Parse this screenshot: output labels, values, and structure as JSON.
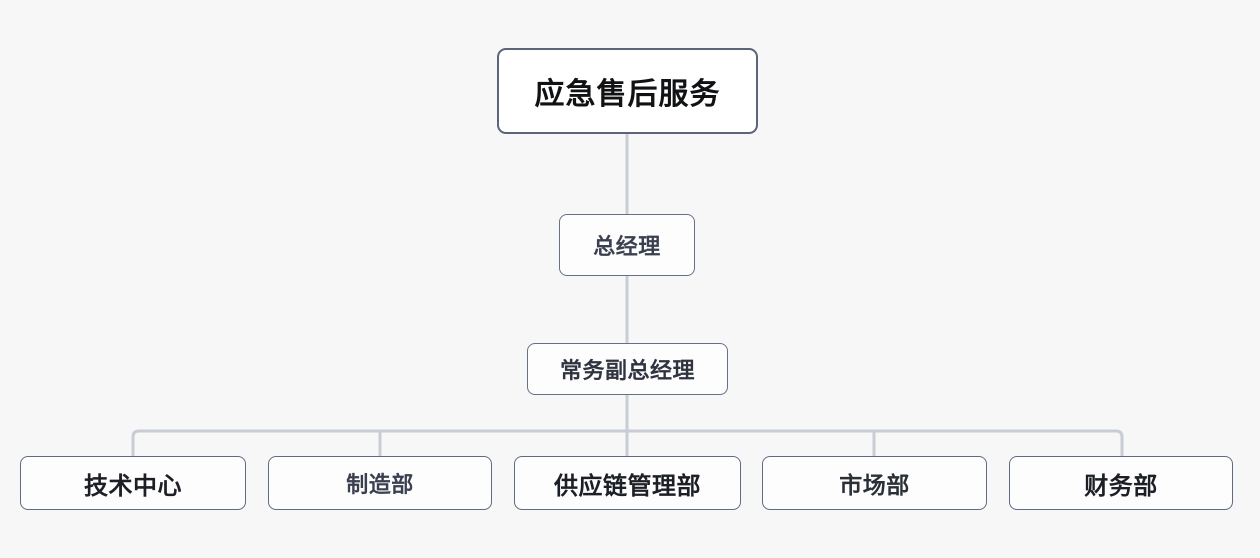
{
  "chart": {
    "title": "应急售后服务",
    "type": "organization-chart",
    "background_color": "#f7f7f8",
    "connector_color": "#c8ccd4",
    "levels": [
      {
        "level": 0,
        "nodes": [
          {
            "id": "root",
            "label": "应急售后服务",
            "border_color": "#5b6478",
            "text_color": "#111214"
          }
        ]
      },
      {
        "level": 1,
        "nodes": [
          {
            "id": "general-manager",
            "label": "总经理",
            "border_color": "#64708a",
            "text_color": "#3a4050"
          }
        ]
      },
      {
        "level": 2,
        "nodes": [
          {
            "id": "executive-deputy-general-manager",
            "label": "常务副总经理",
            "border_color": "#64708a",
            "text_color": "#2f3440"
          }
        ]
      },
      {
        "level": 3,
        "nodes": [
          {
            "id": "technology-center",
            "label": "技术中心",
            "border_color": "#5f6b82",
            "text_color": "#1c1f26"
          },
          {
            "id": "manufacturing-department",
            "label": "制造部",
            "border_color": "#5f6b82",
            "text_color": "#3a4050"
          },
          {
            "id": "supply-chain-management-department",
            "label": "供应链管理部",
            "border_color": "#5f6b82",
            "text_color": "#1c1f26"
          },
          {
            "id": "marketing-department",
            "label": "市场部",
            "border_color": "#5f6b82",
            "text_color": "#2b3038"
          },
          {
            "id": "finance-department",
            "label": "财务部",
            "border_color": "#5f6b82",
            "text_color": "#1c1f26"
          }
        ]
      }
    ]
  }
}
